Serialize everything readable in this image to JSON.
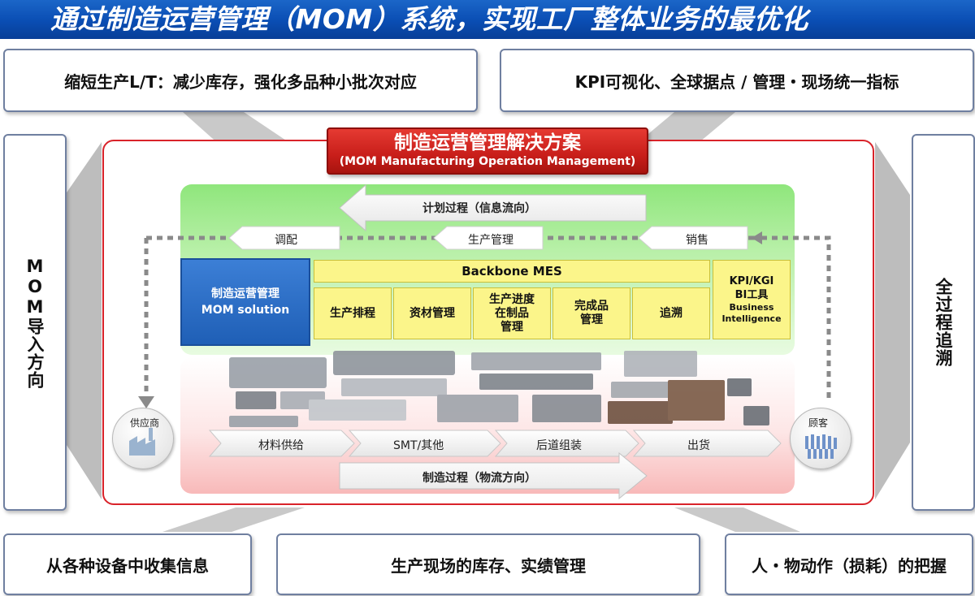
{
  "banner": {
    "title": "通过制造运营管理（MOM）系统，实现工厂整体业务的最优化"
  },
  "top_boxes": {
    "left": "缩短生产L/T：减少库存，强化多品种小批次对应",
    "right": "KPI可视化、全球据点 / 管理・现场统一指标"
  },
  "side_boxes": {
    "left": "MOM导入方向",
    "right": "全过程追溯"
  },
  "bottom_boxes": {
    "left": "从各种设备中收集信息",
    "center": "生产现场的库存、实绩管理",
    "right": "人・物动作（损耗）的把握"
  },
  "solution": {
    "title": "制造运营管理解决方案",
    "subtitle": "(MOM Manufacturing Operation Management)"
  },
  "planning": {
    "arrow_label": "计划过程（信息流向）",
    "steps": [
      "调配",
      "生产管理",
      "销售"
    ]
  },
  "mom_box": {
    "line1": "制造运营管理",
    "line2": "MOM solution"
  },
  "mes": {
    "title": "Backbone MES",
    "modules": [
      {
        "lines": [
          "生产排程"
        ]
      },
      {
        "lines": [
          "资材管理"
        ]
      },
      {
        "lines": [
          "生产进度",
          "在制品",
          "管理"
        ]
      },
      {
        "lines": [
          "完成品",
          "管理"
        ]
      },
      {
        "lines": [
          "追溯"
        ]
      }
    ]
  },
  "kpi": {
    "line1": "KPI/KGI",
    "line2": "BI工具",
    "line3": "Business",
    "line4": "Intelligence"
  },
  "factory": {
    "supplier": "供应商",
    "customer": "顾客",
    "steps": [
      "材料供给",
      "SMT/其他",
      "后道组装",
      "出货"
    ],
    "arrow_label": "制造过程（物流方向）"
  },
  "colors": {
    "banner_blue": "#0a4db3",
    "frame_red": "#d9232a",
    "mes_yellow": "#fbf58a",
    "mom_blue": "#1f5fb6",
    "planning_green": "#8fe67c"
  }
}
